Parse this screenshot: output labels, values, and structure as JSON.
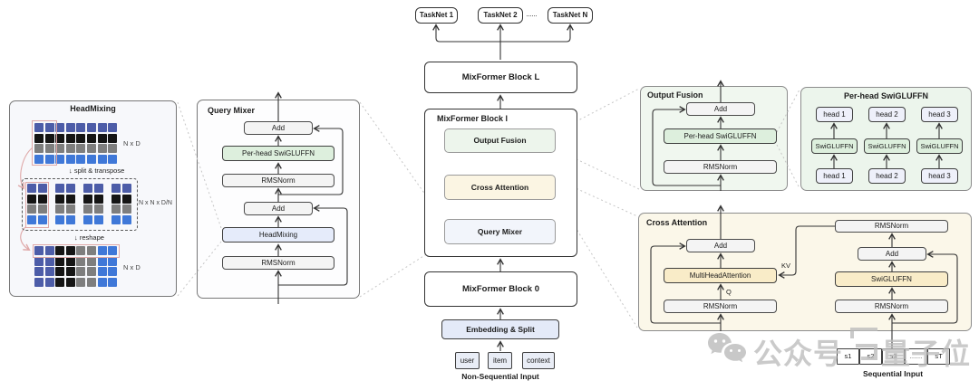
{
  "tasknets": {
    "items": [
      "TaskNet 1",
      "TaskNet 2",
      "TaskNet N"
    ],
    "dots": "······"
  },
  "main_stack": {
    "block_l_label": "MixFormer Block L",
    "block_i_label": "MixFormer Block l",
    "block_0_label": "MixFormer Block 0",
    "output_fusion": "Output Fusion",
    "cross_attention": "Cross Attention",
    "query_mixer": "Query Mixer",
    "embedding": "Embedding & Split",
    "inputs": [
      "user",
      "item",
      "context"
    ],
    "input_caption": "Non-Sequential Input"
  },
  "headmixing_panel": {
    "title": "HeadMixing",
    "dim_top": "N x D",
    "op_split": "↓ split & transpose",
    "dim_mid": "N x N x D/N",
    "op_reshape": "↓ reshape",
    "dim_bottom": "N x D",
    "row_colors": [
      "#4d5da8",
      "#151515",
      "#7e7e7e",
      "#3f78d8"
    ]
  },
  "query_mixer_panel": {
    "title": "Query Mixer",
    "add_top": "Add",
    "ffn": "Per-head SwiGLUFFN",
    "norm_mid": "RMSNorm",
    "add_mid": "Add",
    "headmixing": "HeadMixing",
    "norm_bottom": "RMSNorm"
  },
  "output_fusion_panel": {
    "title": "Output Fusion",
    "add": "Add",
    "ffn": "Per-head SwiGLUFFN",
    "norm": "RMSNorm"
  },
  "perhead_panel": {
    "title": "Per-head SwiGLUFFN",
    "heads_out": [
      "head 1",
      "head 2",
      "head 3"
    ],
    "ffns": [
      "SwiGLUFFN",
      "SwiGLUFFN",
      "SwiGLUFFN"
    ],
    "heads_in": [
      "head 1",
      "head 2",
      "head 3"
    ]
  },
  "cross_attention_panel": {
    "title": "Cross Attention",
    "add_left": "Add",
    "mha": "MultiHeadAttention",
    "q_label": "Q",
    "norm_left": "RMSNorm",
    "kv_label": "KV",
    "norm_top_right": "RMSNorm",
    "add_right": "Add",
    "ffn_right": "SwiGLUFFN",
    "norm_bottom_right": "RMSNorm",
    "seq_tokens": [
      "s1",
      "s2",
      "s3",
      "……",
      "sT"
    ],
    "seq_caption": "Sequential Input"
  },
  "watermark": {
    "account_type": "公众号",
    "account_name": "量子位"
  },
  "colors": {
    "matrix_indigo": "#4d5da8",
    "matrix_black": "#151515",
    "matrix_gray": "#7e7e7e",
    "matrix_blue": "#3f78d8",
    "green_box": "#ddefdd",
    "yellow_box": "#f9ecc8",
    "lavender_box": "#e5ebfa",
    "gray_box": "#f4f4f4",
    "panel_green": "#eff7ef",
    "panel_cream": "#fbf7e9",
    "highlight_pink": "#dfa8a8",
    "watermark_gray": "#bcbcbc"
  }
}
